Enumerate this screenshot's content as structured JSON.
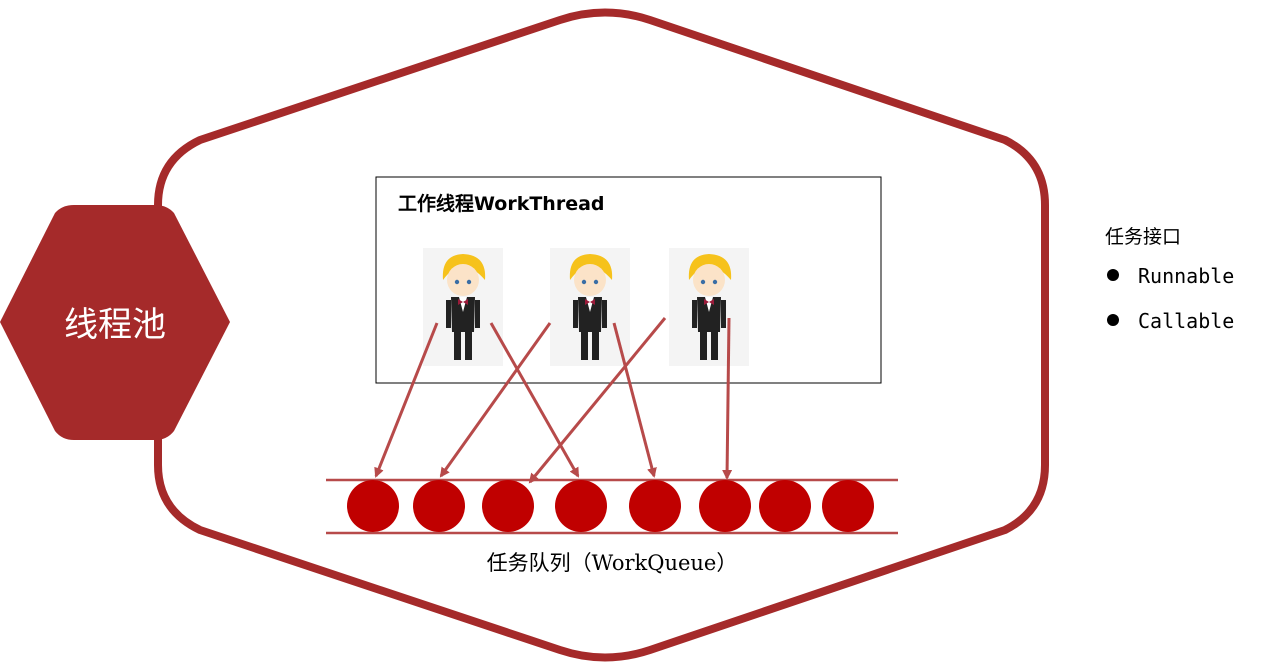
{
  "pool": {
    "label": "线程池"
  },
  "workers": {
    "title": "工作线程WorkThread",
    "count": 3
  },
  "queue": {
    "label": "任务队列（WorkQueue）",
    "task_count": 8
  },
  "task_interfaces": {
    "title": "任务接口",
    "items": [
      "Runnable",
      "Callable"
    ]
  },
  "colors": {
    "pool_red": "#A52A2A",
    "task_red": "#C00000",
    "arrow_red": "#B74A4A"
  }
}
